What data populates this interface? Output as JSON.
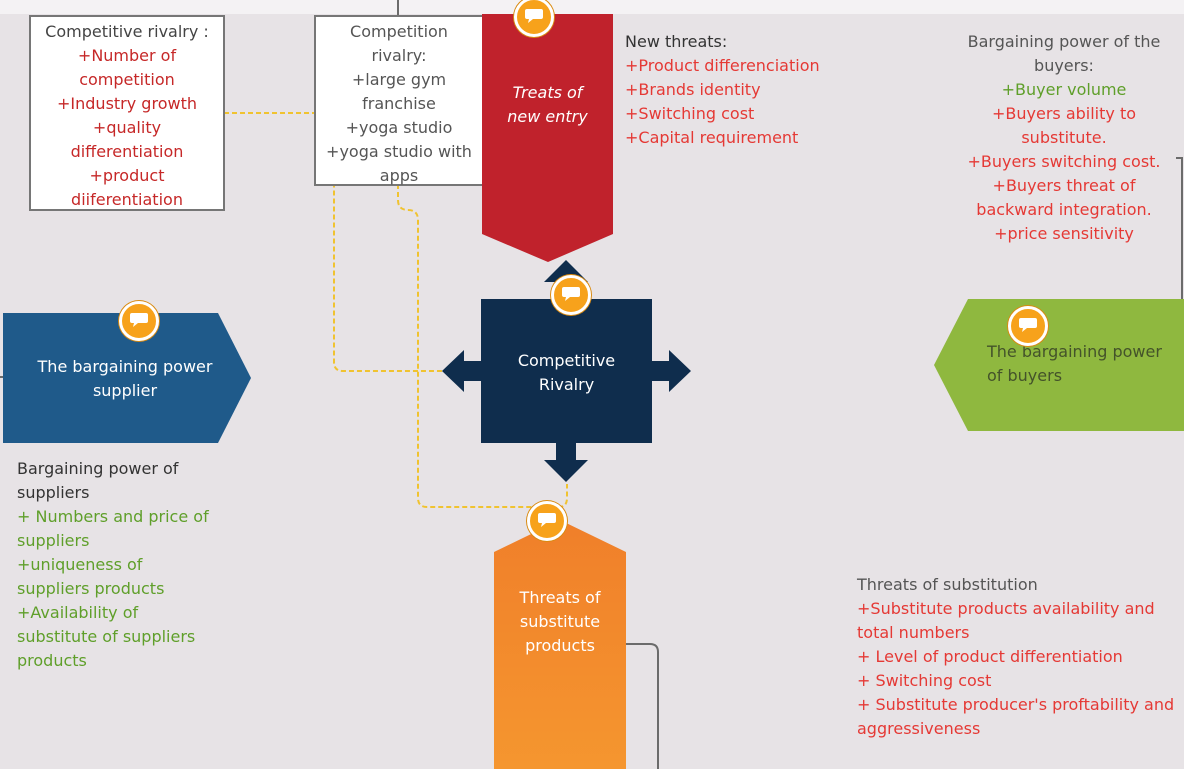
{
  "competitive_rivalry_box": {
    "title": "Competitive rivalry :",
    "items": [
      "+Number of",
      "competition",
      "+Industry growth",
      "+quality",
      "differentiation",
      "+product",
      "diiferentiation"
    ]
  },
  "competition_rivalry_box": {
    "lines": [
      "Competition",
      "rivalry:",
      "+large gym",
      "franchise",
      "+yoga studio",
      "+yoga studio with",
      "apps"
    ]
  },
  "new_entry": {
    "label_1": "Treats of",
    "label_2": "new entry"
  },
  "new_threats": {
    "title": "New threats:",
    "items": [
      "+Product differenciation",
      "+Brands identity",
      "+Switching cost",
      "+Capital requirement"
    ]
  },
  "buyers_power_text": {
    "title_1": "Bargaining power of the",
    "title_2": "buyers:",
    "green_item": "+Buyer volume",
    "items": [
      "+Buyers ability to",
      "substitute.",
      "+Buyers switching cost.",
      "+Buyers threat of",
      "backward integration.",
      "+price sensitivity"
    ]
  },
  "supplier_shape": {
    "label_1": "The bargaining power",
    "label_2": "supplier"
  },
  "rivalry_shape": {
    "label_1": "Competitive",
    "label_2": "Rivalry"
  },
  "buyers_shape": {
    "label_1": "The bargaining power",
    "label_2": "of buyers"
  },
  "suppliers_text": {
    "title_1": "Bargaining power of",
    "title_2": "suppliers",
    "items": [
      "+ Numbers and price of",
      "suppliers",
      "+uniqueness of",
      "suppliers products",
      "+Availability of",
      "substitute of suppliers",
      "products"
    ]
  },
  "substitute_shape": {
    "label_1": "Threats of",
    "label_2": "substitute",
    "label_3": "products"
  },
  "substitution_text": {
    "title": "Threats of substitution",
    "items": [
      "+Substitute products availability and",
      "total numbers",
      "+ Level of product differentiation",
      "+ Switching cost",
      "+ Substitute producer's proftability and",
      "aggressiveness"
    ]
  },
  "colors": {
    "background": "#e7e3e6",
    "new_entry": "#c0222c",
    "supplier": "#1f5a8a",
    "rivalry": "#0f2d4d",
    "buyers": "#8fb83f",
    "substitute": "#f38a2e",
    "comment": "#f7a21b",
    "connector": "#f0c330"
  },
  "icons": [
    "comment-icon",
    "arrow-up-icon",
    "arrow-down-icon",
    "arrow-left-icon",
    "arrow-right-icon"
  ]
}
